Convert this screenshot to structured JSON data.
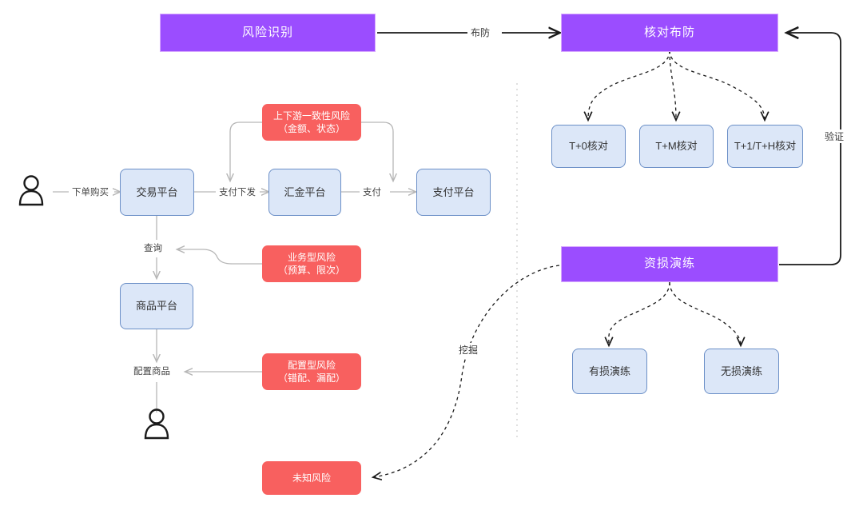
{
  "diagram": {
    "title_nodes": {
      "risk_identification": "风险识别",
      "check_defense": "核对布防",
      "loss_drill": "资损演练"
    },
    "platform_nodes": [
      {
        "id": "trade-platform",
        "label": "交易平台"
      },
      {
        "id": "fund-platform",
        "label": "汇金平台"
      },
      {
        "id": "pay-platform",
        "label": "支付平台"
      },
      {
        "id": "goods-platform",
        "label": "商品平台"
      }
    ],
    "risk_nodes": [
      {
        "id": "upstream-consistency-risk",
        "line1": "上下游一致性风险",
        "line2": "（金额、状态）"
      },
      {
        "id": "business-risk",
        "line1": "业务型风险",
        "line2": "（预算、限次）"
      },
      {
        "id": "config-risk",
        "line1": "配置型风险",
        "line2": "（错配、漏配）"
      },
      {
        "id": "unknown-risk",
        "line1": "未知风险",
        "line2": ""
      }
    ],
    "check_nodes": [
      {
        "id": "t0-check",
        "label": "T+0核对"
      },
      {
        "id": "tm-check",
        "label": "T+M核对"
      },
      {
        "id": "t1th-check",
        "label": "T+1/T+H核对"
      }
    ],
    "drill_nodes": [
      {
        "id": "lossy-drill",
        "label": "有损演练"
      },
      {
        "id": "lossless-drill",
        "label": "无损演练"
      }
    ],
    "edge_labels": {
      "deploy": "布防",
      "verify": "验证",
      "mine": "挖掘",
      "order_purchase": "下单购买",
      "pay_dispatch": "支付下发",
      "pay": "支付",
      "query": "查询",
      "configure_goods": "配置商品"
    },
    "actors": [
      {
        "id": "buyer-actor",
        "name": "person-icon"
      },
      {
        "id": "merchant-actor",
        "name": "person-icon"
      }
    ],
    "colors": {
      "purple": "#9b4dff",
      "blue_fill": "#dce7f8",
      "blue_stroke": "#6b8fc7",
      "red": "#f8605f",
      "gray_edge": "#b6b6b6",
      "black_edge": "#1a1a1a",
      "divider": "#d8d8d8"
    }
  }
}
